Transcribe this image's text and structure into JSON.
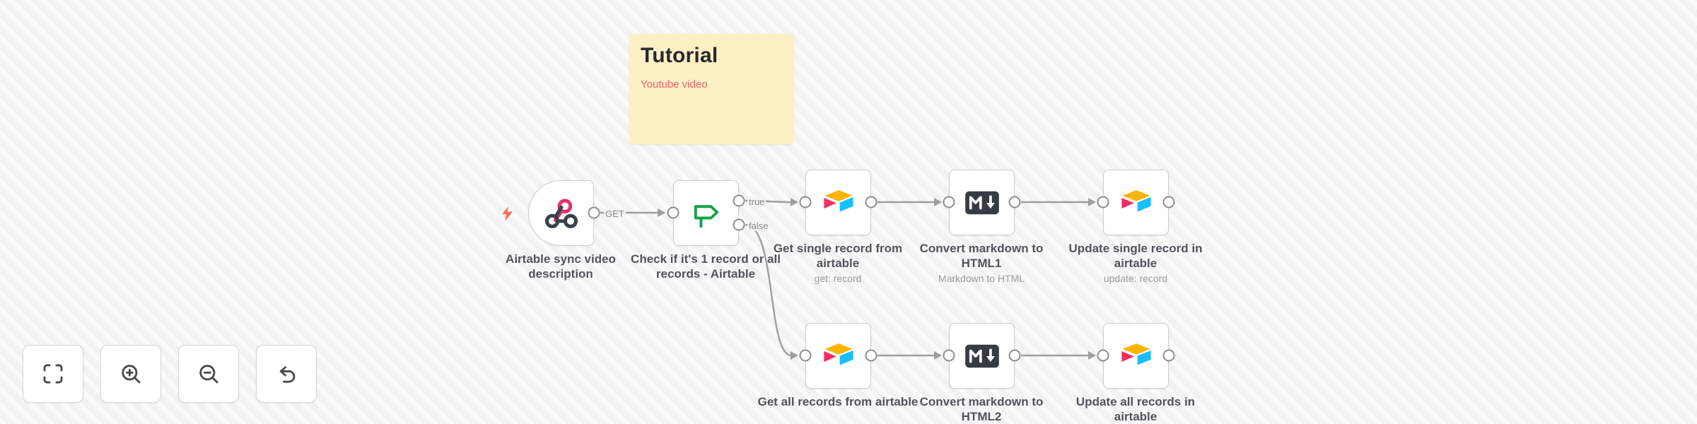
{
  "sticky": {
    "title": "Tutorial",
    "link_text": "Youtube video"
  },
  "connection_labels": {
    "method": "GET",
    "true_label": "true",
    "false_label": "false"
  },
  "nodes": [
    {
      "name": "Airtable sync video description",
      "subtitle": "",
      "type": "webhook-trigger"
    },
    {
      "name": "Check if it's 1 record or all records - Airtable",
      "subtitle": "",
      "type": "if"
    },
    {
      "name": "Get single record from airtable",
      "subtitle": "get: record",
      "type": "airtable"
    },
    {
      "name": "Convert markdown to HTML1",
      "subtitle": "Markdown to HTML",
      "type": "markdown"
    },
    {
      "name": "Update single record in airtable",
      "subtitle": "update: record",
      "type": "airtable"
    },
    {
      "name": "Get all records from airtable",
      "subtitle": "",
      "type": "airtable"
    },
    {
      "name": "Convert markdown to HTML2",
      "subtitle": "",
      "type": "markdown"
    },
    {
      "name": "Update all records in airtable",
      "subtitle": "",
      "type": "airtable"
    }
  ],
  "controls": [
    {
      "icon": "fit-view-icon"
    },
    {
      "icon": "zoom-in-icon"
    },
    {
      "icon": "zoom-out-icon"
    },
    {
      "icon": "undo-icon"
    }
  ],
  "colors": {
    "canvas_bg": "#f5f5f5",
    "sticky_bg": "#fcf0c5",
    "link_red": "#ef5f64",
    "bolt_coral": "#ff6d5a",
    "webhook_pink": "#e3316e",
    "webhook_dark": "#3b4149",
    "if_green": "#17a04b",
    "airtable_yellow": "#fcb400",
    "airtable_red": "#f82b60",
    "airtable_blue": "#18bfff",
    "markdown_dark": "#363b44",
    "line_gray": "#9e9e9e"
  }
}
